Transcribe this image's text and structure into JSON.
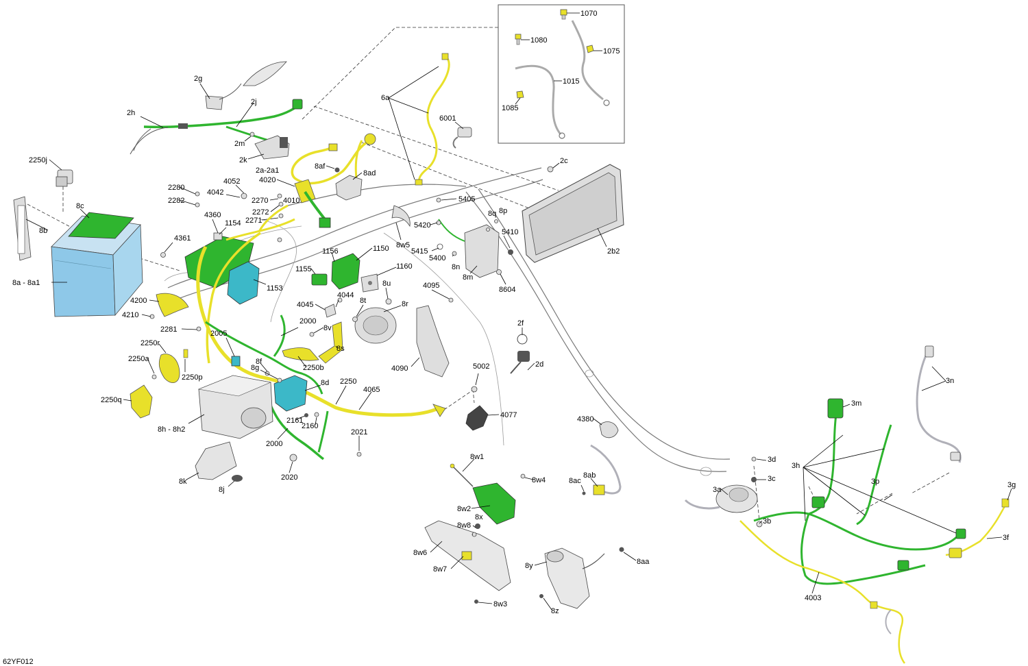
{
  "drawing_code": "62YF012",
  "colors": {
    "green_harness": "#2fb52f",
    "yellow_harness": "#e8e02a",
    "teal_module": "#3cb8c8",
    "battery_blue": "#8ec8e8",
    "frame_gray": "#b0b0b0",
    "part_gray": "#dedede"
  },
  "callouts": {
    "c1070": "1070",
    "c1080": "1080",
    "c1075": "1075",
    "c1015": "1015",
    "c1085": "1085",
    "c6a": "6a",
    "c6001": "6001",
    "c2g": "2g",
    "c2h": "2h",
    "c2j": "2j",
    "c2m": "2m",
    "c2k": "2k",
    "c2250j": "2250j",
    "c8c": "8c",
    "c8b": "8b",
    "c8a8a1": "8a - 8a1",
    "c2a2a1": "2a-2a1",
    "c8af": "8af",
    "c8ad": "8ad",
    "c2c": "2c",
    "c2280": "2280",
    "c2282": "2282",
    "c4052": "4052",
    "c4042": "4042",
    "c4020": "4020",
    "c2270": "2270",
    "c4010": "4010",
    "c2272": "2272",
    "c2271": "2271",
    "c4360": "4360",
    "c1154": "1154",
    "c4361": "4361",
    "c5405": "5405",
    "c8p": "8p",
    "c8q": "8q",
    "c5420": "5420",
    "c5410": "5410",
    "c5415": "5415",
    "c5400": "5400",
    "c8n": "8n",
    "c8m": "8m",
    "c2b2": "2b2",
    "c8604": "8604",
    "c8w5": "8w5",
    "c1156": "1156",
    "c1150": "1150",
    "c1155": "1155",
    "c1160": "1160",
    "c1153": "1153",
    "c4095": "4095",
    "c8u": "8u",
    "c4044": "4044",
    "c4045": "4045",
    "c8t": "8t",
    "c8r": "8r",
    "c4200": "4200",
    "c4210": "4210",
    "c2000a": "2000",
    "c2281": "2281",
    "c2005": "2005",
    "c8v": "8v",
    "c2250r": "2250r",
    "c2250a": "2250a",
    "c2250p": "2250p",
    "c2250b": "2250b",
    "c8s": "8s",
    "c8f": "8f",
    "c8g": "8g",
    "c8d": "8d",
    "c2250": "2250",
    "c4065": "4065",
    "c2250q": "2250q",
    "c8h8h2": "8h - 8h2",
    "c2161": "2161",
    "c2160": "2160",
    "c2000b": "2000",
    "c2021": "2021",
    "c2020": "2020",
    "c8k": "8k",
    "c8j": "8j",
    "c2f": "2f",
    "c2d": "2d",
    "c4090": "4090",
    "c5002": "5002",
    "c4077": "4077",
    "c4380": "4380",
    "c8w1": "8w1",
    "c8w4": "8w4",
    "c8ab": "8ab",
    "c8ac": "8ac",
    "c8w2": "8w2",
    "c8x": "8x",
    "c8w8": "8w8",
    "c8w6": "8w6",
    "c8w7": "8w7",
    "c8w3": "8w3",
    "c8y": "8y",
    "c8aa": "8aa",
    "c8z": "8z",
    "c3n": "3n",
    "c3m": "3m",
    "c3d": "3d",
    "c3h": "3h",
    "c3c": "3c",
    "c3a": "3a",
    "c3p": "3p",
    "c3b": "3b",
    "c3g": "3g",
    "c3f": "3f",
    "c4003": "4003"
  }
}
